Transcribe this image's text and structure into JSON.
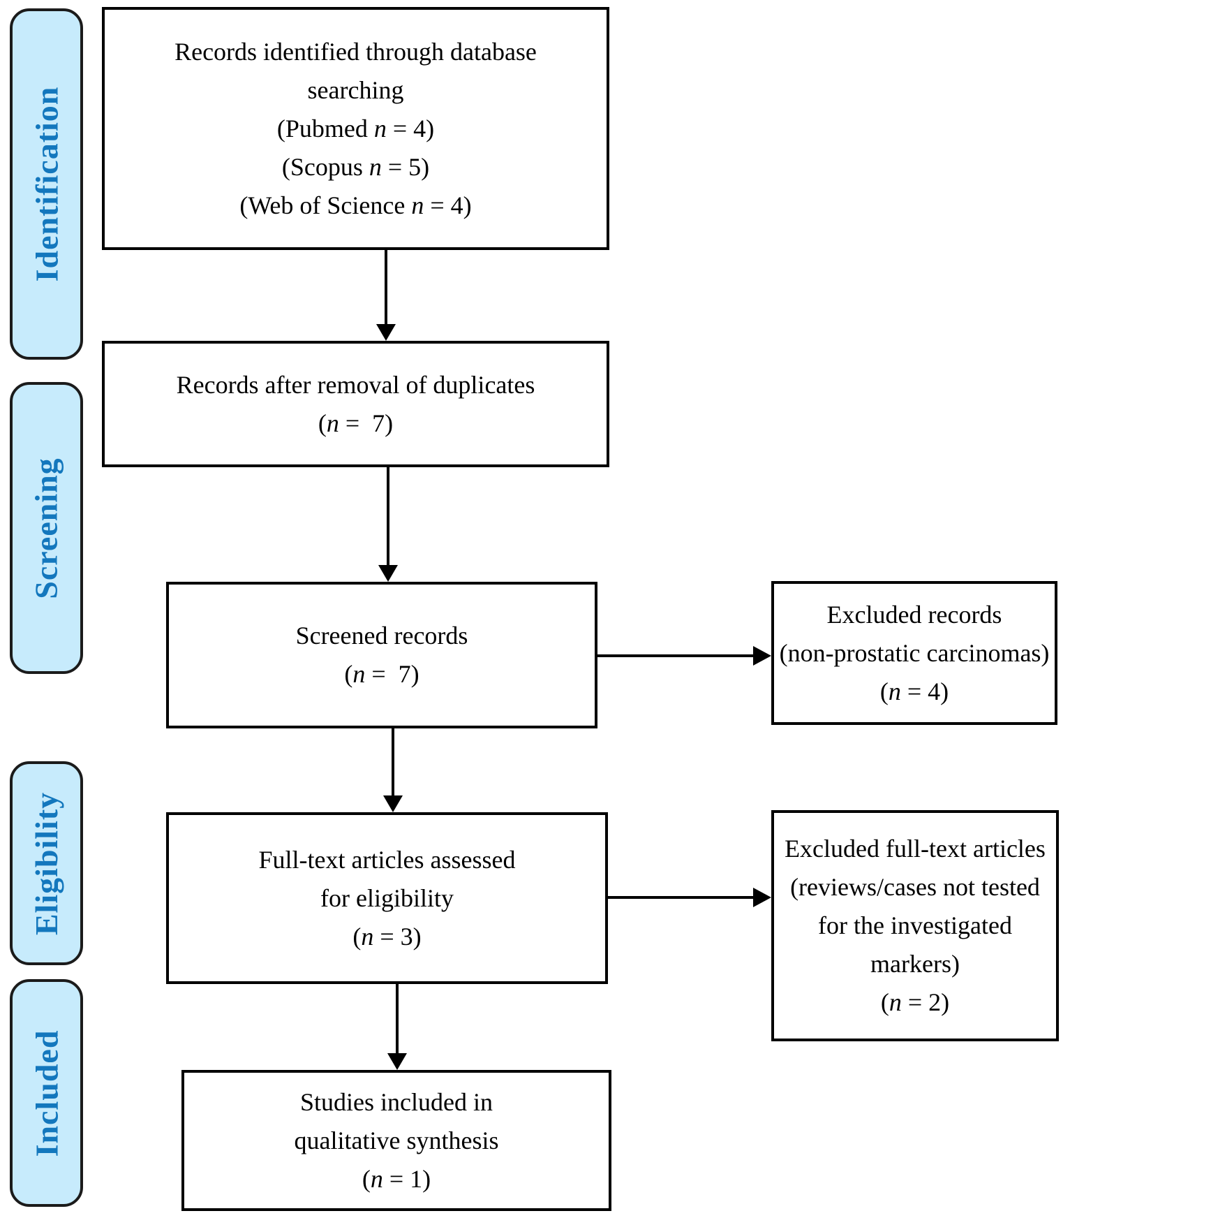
{
  "colors": {
    "stage_fill": "#C7EBFC",
    "stage_text": "#1377BD",
    "line": "#000000",
    "box_background": "#FFFFFF"
  },
  "stages": {
    "identification": "Identification",
    "screening": "Screening",
    "eligibility": "Eligibility",
    "included": "Included"
  },
  "boxes": {
    "records_identified": {
      "lines": [
        [
          {
            "t": "Records identified through database"
          }
        ],
        [
          {
            "t": "searching"
          }
        ],
        [
          {
            "t": "(Pubmed "
          },
          {
            "t": "n",
            "i": true
          },
          {
            "t": " = 4)"
          }
        ],
        [
          {
            "t": "(Scopus "
          },
          {
            "t": "n",
            "i": true
          },
          {
            "t": " = 5)"
          }
        ],
        [
          {
            "t": "(Web of Science "
          },
          {
            "t": "n",
            "i": true
          },
          {
            "t": " = 4)"
          }
        ]
      ]
    },
    "records_after_duplicates": {
      "lines": [
        [
          {
            "t": "Records after removal of duplicates"
          }
        ],
        [
          {
            "t": "("
          },
          {
            "t": "n",
            "i": true
          },
          {
            "t": " =  7)"
          }
        ]
      ]
    },
    "screened_records": {
      "lines": [
        [
          {
            "t": "Screened records"
          }
        ],
        [
          {
            "t": "("
          },
          {
            "t": "n",
            "i": true
          },
          {
            "t": " =  7)"
          }
        ]
      ]
    },
    "excluded_records": {
      "lines": [
        [
          {
            "t": "Excluded records"
          }
        ],
        [
          {
            "t": "(non-prostatic carcinomas)"
          }
        ],
        [
          {
            "t": "("
          },
          {
            "t": "n",
            "i": true
          },
          {
            "t": " = 4)"
          }
        ]
      ]
    },
    "fulltext_assessed": {
      "lines": [
        [
          {
            "t": "Full-text articles assessed"
          }
        ],
        [
          {
            "t": "for eligibility"
          }
        ],
        [
          {
            "t": "("
          },
          {
            "t": "n",
            "i": true
          },
          {
            "t": " = 3)"
          }
        ]
      ]
    },
    "excluded_fulltext": {
      "lines": [
        [
          {
            "t": "Excluded full-text articles"
          }
        ],
        [
          {
            "t": "(reviews/cases not tested"
          }
        ],
        [
          {
            "t": "for the investigated"
          }
        ],
        [
          {
            "t": "markers)"
          }
        ],
        [
          {
            "t": "("
          },
          {
            "t": "n",
            "i": true
          },
          {
            "t": " = 2)"
          }
        ]
      ]
    },
    "studies_included": {
      "lines": [
        [
          {
            "t": "Studies included in"
          }
        ],
        [
          {
            "t": "qualitative synthesis"
          }
        ],
        [
          {
            "t": "("
          },
          {
            "t": "n",
            "i": true
          },
          {
            "t": " = 1)"
          }
        ]
      ]
    }
  }
}
